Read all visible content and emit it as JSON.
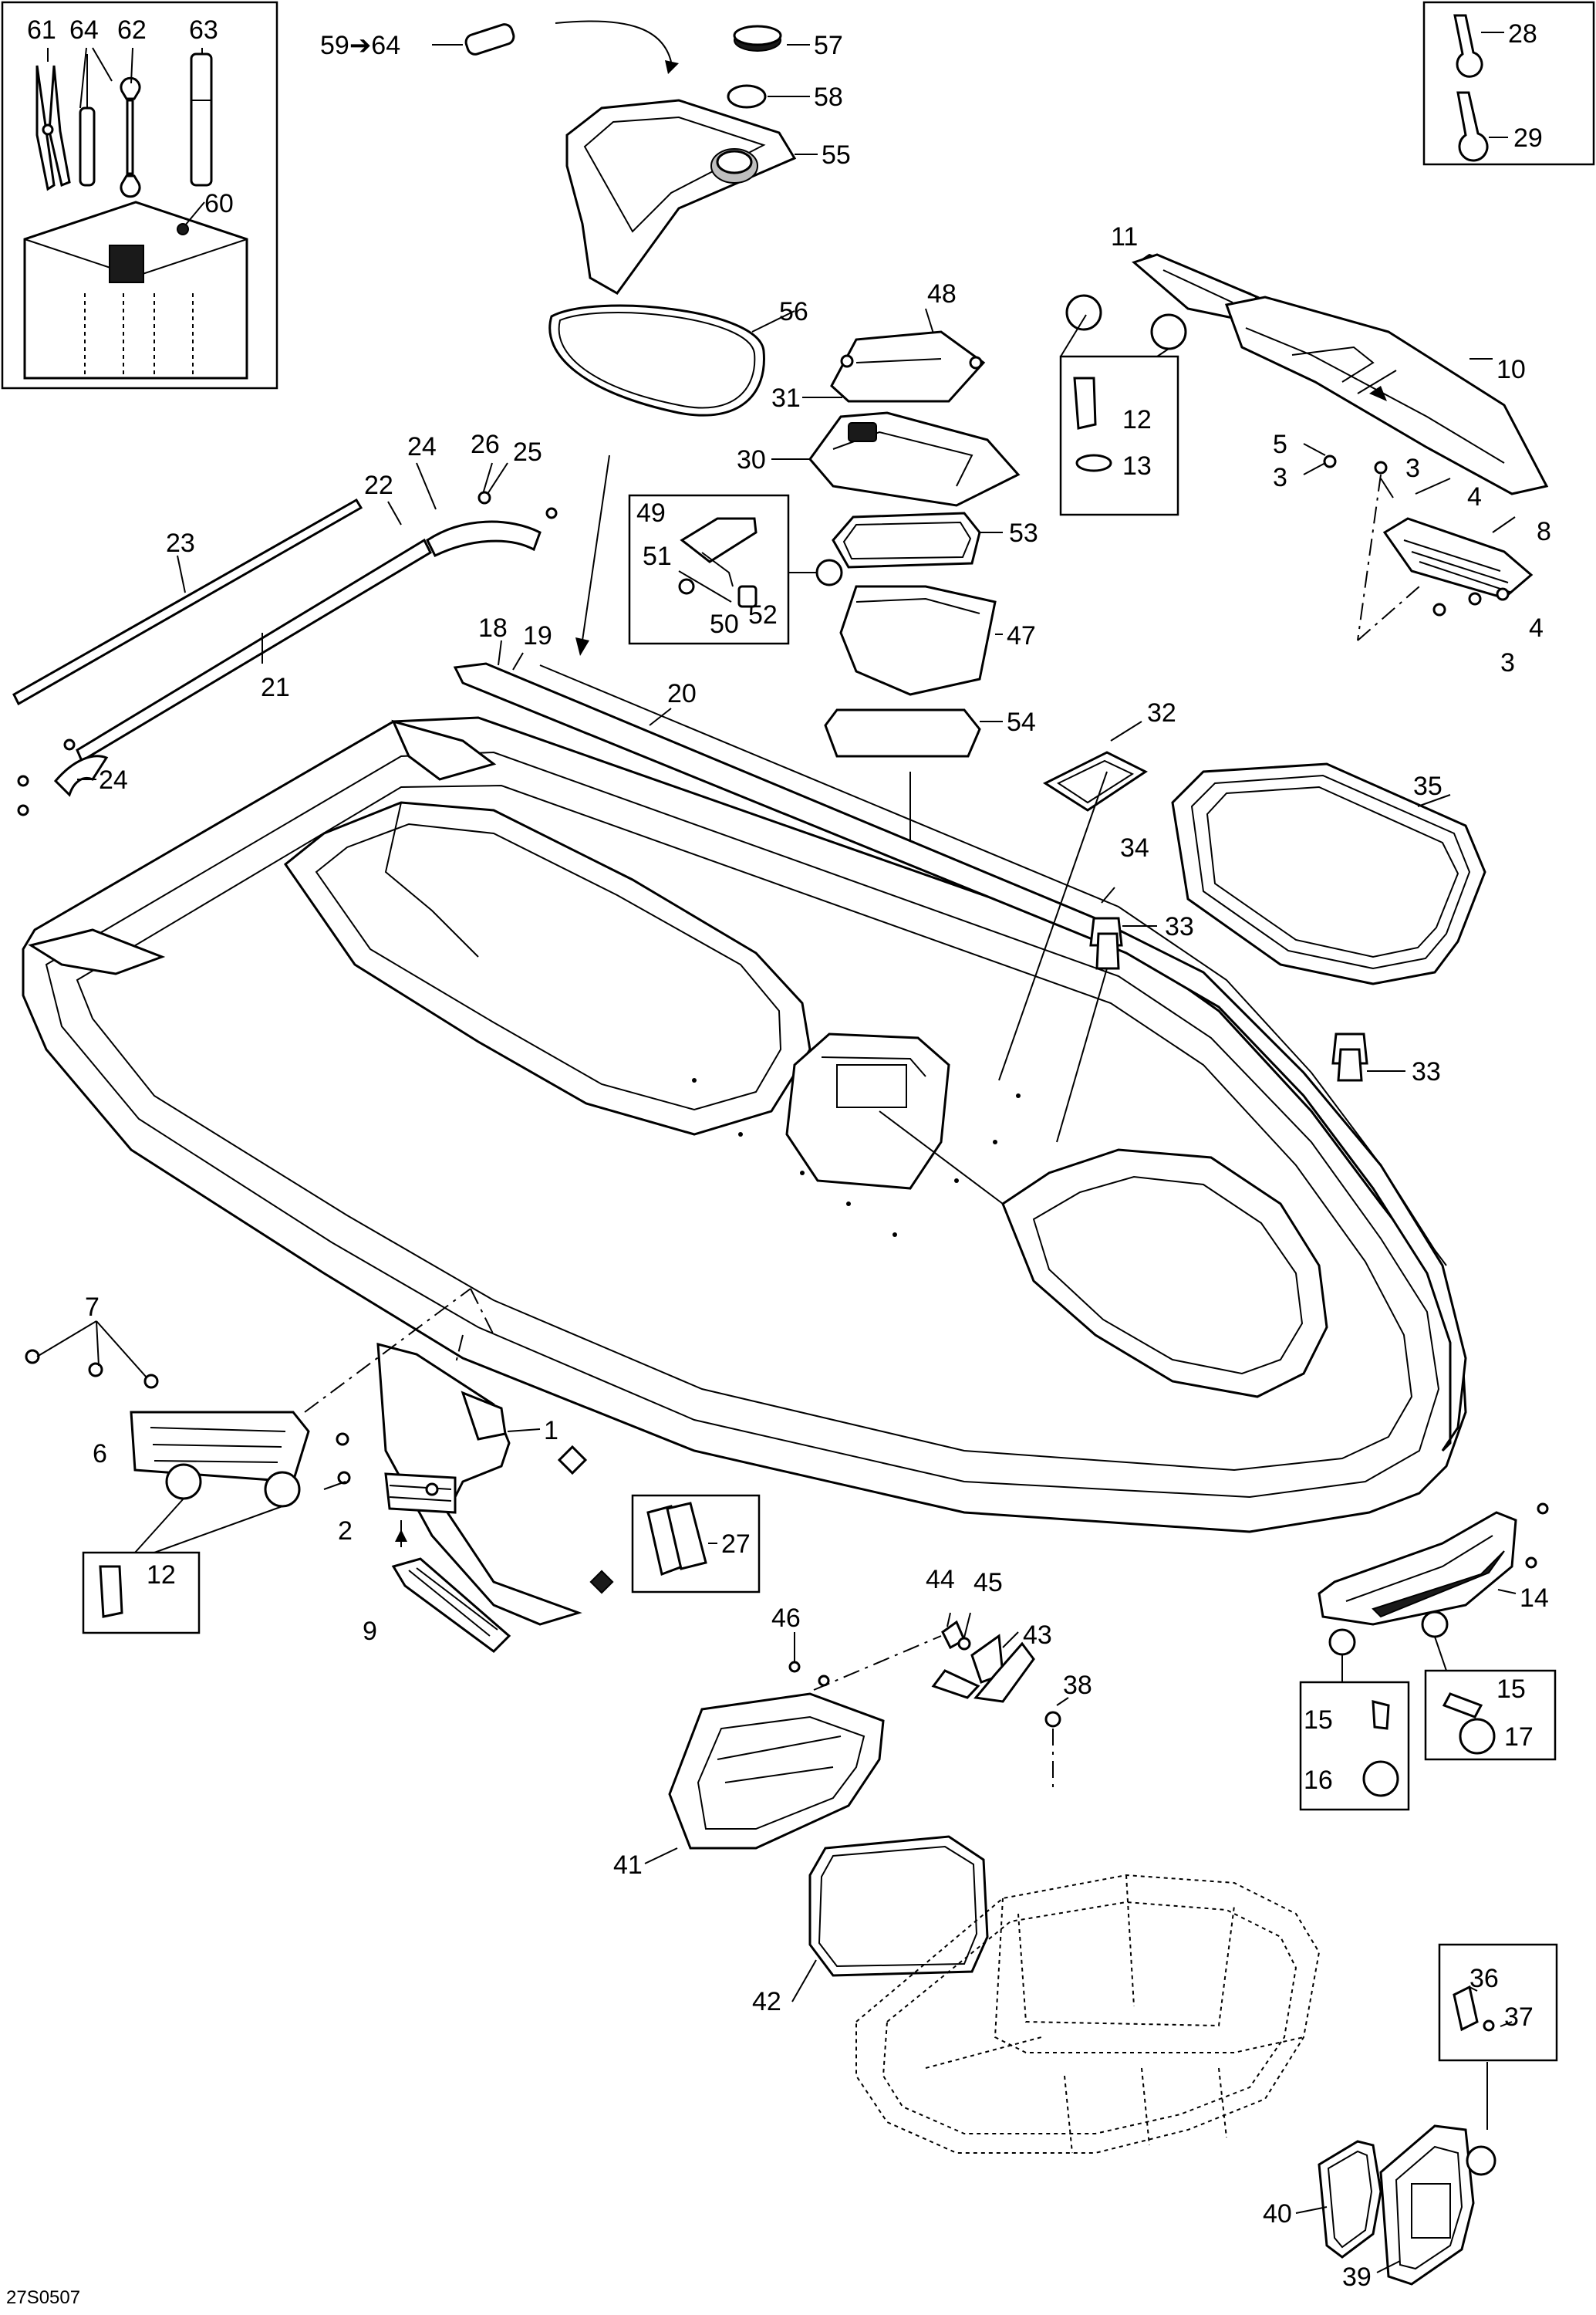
{
  "diagram_code": "27S0507",
  "callouts": [
    {
      "id": "c61",
      "text": "61"
    },
    {
      "id": "c64a",
      "text": "64"
    },
    {
      "id": "c62",
      "text": "62"
    },
    {
      "id": "c63",
      "text": "63"
    },
    {
      "id": "c60",
      "text": "60"
    },
    {
      "id": "c59",
      "text": "59➔64"
    },
    {
      "id": "c57",
      "text": "57"
    },
    {
      "id": "c58",
      "text": "58"
    },
    {
      "id": "c55",
      "text": "55"
    },
    {
      "id": "c56",
      "text": "56"
    },
    {
      "id": "c28",
      "text": "28"
    },
    {
      "id": "c29",
      "text": "29"
    },
    {
      "id": "c11",
      "text": "11"
    },
    {
      "id": "c10",
      "text": "10"
    },
    {
      "id": "c48",
      "text": "48"
    },
    {
      "id": "c31",
      "text": "31"
    },
    {
      "id": "c30",
      "text": "30"
    },
    {
      "id": "c12a",
      "text": "12"
    },
    {
      "id": "c13",
      "text": "13"
    },
    {
      "id": "c5",
      "text": "5"
    },
    {
      "id": "c3a",
      "text": "3"
    },
    {
      "id": "c3b",
      "text": "3"
    },
    {
      "id": "c4a",
      "text": "4"
    },
    {
      "id": "c8",
      "text": "8"
    },
    {
      "id": "c4b",
      "text": "4"
    },
    {
      "id": "c3c",
      "text": "3"
    },
    {
      "id": "c49",
      "text": "49"
    },
    {
      "id": "c51",
      "text": "51"
    },
    {
      "id": "c50",
      "text": "50"
    },
    {
      "id": "c52",
      "text": "52"
    },
    {
      "id": "c53",
      "text": "53"
    },
    {
      "id": "c47",
      "text": "47"
    },
    {
      "id": "c54",
      "text": "54"
    },
    {
      "id": "c32",
      "text": "32"
    },
    {
      "id": "c35",
      "text": "35"
    },
    {
      "id": "c34",
      "text": "34"
    },
    {
      "id": "c33a",
      "text": "33"
    },
    {
      "id": "c33b",
      "text": "33"
    },
    {
      "id": "c26",
      "text": "26"
    },
    {
      "id": "c25",
      "text": "25"
    },
    {
      "id": "c24a",
      "text": "24"
    },
    {
      "id": "c22",
      "text": "22"
    },
    {
      "id": "c23",
      "text": "23"
    },
    {
      "id": "c21",
      "text": "21"
    },
    {
      "id": "c24b",
      "text": "24"
    },
    {
      "id": "c18",
      "text": "18"
    },
    {
      "id": "c19",
      "text": "19"
    },
    {
      "id": "c20",
      "text": "20"
    },
    {
      "id": "c7",
      "text": "7"
    },
    {
      "id": "c6",
      "text": "6"
    },
    {
      "id": "c1",
      "text": "1"
    },
    {
      "id": "c2",
      "text": "2"
    },
    {
      "id": "c12b",
      "text": "12"
    },
    {
      "id": "c9",
      "text": "9"
    },
    {
      "id": "c27",
      "text": "27"
    },
    {
      "id": "c14",
      "text": "14"
    },
    {
      "id": "c15a",
      "text": "15"
    },
    {
      "id": "c16",
      "text": "16"
    },
    {
      "id": "c15b",
      "text": "15"
    },
    {
      "id": "c17",
      "text": "17"
    },
    {
      "id": "c46",
      "text": "46"
    },
    {
      "id": "c44",
      "text": "44"
    },
    {
      "id": "c45",
      "text": "45"
    },
    {
      "id": "c43",
      "text": "43"
    },
    {
      "id": "c38",
      "text": "38"
    },
    {
      "id": "c41",
      "text": "41"
    },
    {
      "id": "c42",
      "text": "42"
    },
    {
      "id": "c36",
      "text": "36"
    },
    {
      "id": "c37",
      "text": "37"
    },
    {
      "id": "c40",
      "text": "40"
    },
    {
      "id": "c39",
      "text": "39"
    }
  ]
}
